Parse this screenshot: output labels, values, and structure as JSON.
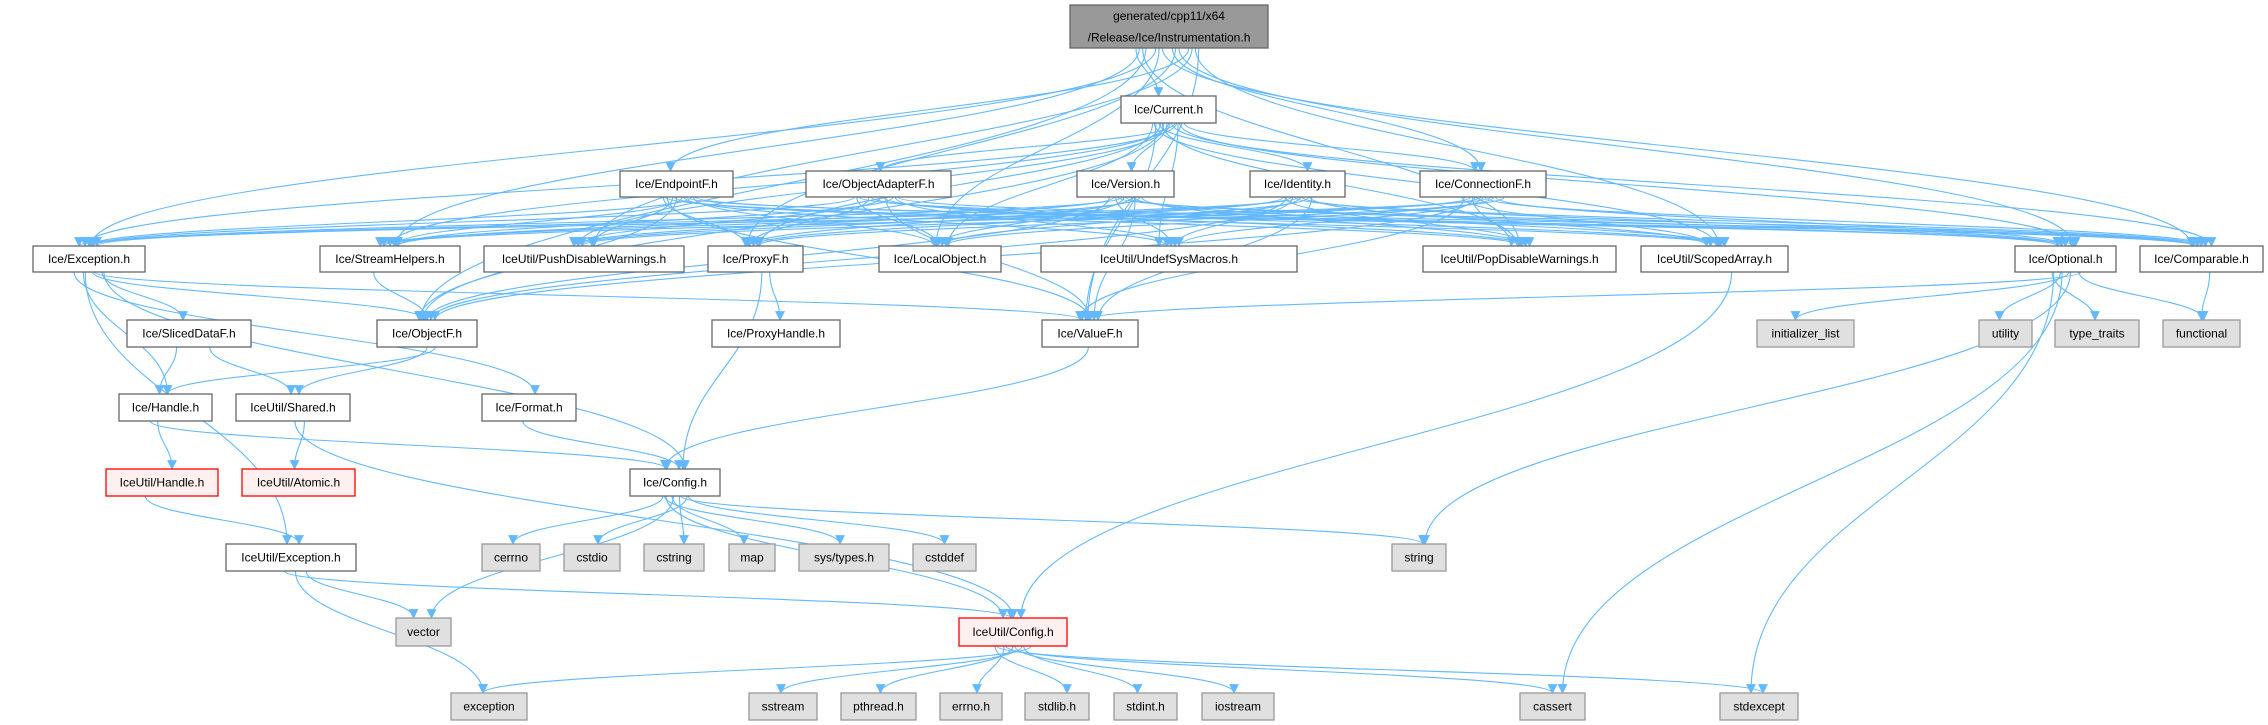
{
  "graph": {
    "colors": {
      "edge": "#63b8ff",
      "root_fill": "#999999",
      "missing_border": "#ff0000",
      "system_fill": "#e0e0e0"
    },
    "nodes": {
      "root": {
        "lines": [
          "generated/cpp11/x64",
          "/Release/Ice/Instrumentation.h"
        ],
        "kind": "root"
      },
      "current": {
        "lines": [
          "Ice/Current.h"
        ],
        "kind": "normal"
      },
      "endpointf": {
        "lines": [
          "Ice/EndpointF.h"
        ],
        "kind": "normal"
      },
      "objectadapterf": {
        "lines": [
          "Ice/ObjectAdapterF.h"
        ],
        "kind": "normal"
      },
      "version": {
        "lines": [
          "Ice/Version.h"
        ],
        "kind": "normal"
      },
      "identity": {
        "lines": [
          "Ice/Identity.h"
        ],
        "kind": "normal"
      },
      "connectionf": {
        "lines": [
          "Ice/ConnectionF.h"
        ],
        "kind": "normal"
      },
      "exception_h": {
        "lines": [
          "Ice/Exception.h"
        ],
        "kind": "normal"
      },
      "streamhelpers": {
        "lines": [
          "Ice/StreamHelpers.h"
        ],
        "kind": "normal"
      },
      "pushdw": {
        "lines": [
          "IceUtil/PushDisableWarnings.h"
        ],
        "kind": "normal"
      },
      "proxyf": {
        "lines": [
          "Ice/ProxyF.h"
        ],
        "kind": "normal"
      },
      "localobject": {
        "lines": [
          "Ice/LocalObject.h"
        ],
        "kind": "normal"
      },
      "undefsys": {
        "lines": [
          "IceUtil/UndefSysMacros.h"
        ],
        "kind": "normal"
      },
      "popdw": {
        "lines": [
          "IceUtil/PopDisableWarnings.h"
        ],
        "kind": "normal"
      },
      "scopedarray": {
        "lines": [
          "IceUtil/ScopedArray.h"
        ],
        "kind": "normal"
      },
      "optional": {
        "lines": [
          "Ice/Optional.h"
        ],
        "kind": "normal"
      },
      "comparable": {
        "lines": [
          "Ice/Comparable.h"
        ],
        "kind": "normal"
      },
      "sliceddataf": {
        "lines": [
          "Ice/SlicedDataF.h"
        ],
        "kind": "normal"
      },
      "objectf": {
        "lines": [
          "Ice/ObjectF.h"
        ],
        "kind": "normal"
      },
      "proxyhandle": {
        "lines": [
          "Ice/ProxyHandle.h"
        ],
        "kind": "normal"
      },
      "valuef": {
        "lines": [
          "Ice/ValueF.h"
        ],
        "kind": "normal"
      },
      "initializer_list": {
        "lines": [
          "initializer_list"
        ],
        "kind": "system"
      },
      "utility": {
        "lines": [
          "utility"
        ],
        "kind": "system"
      },
      "type_traits": {
        "lines": [
          "type_traits"
        ],
        "kind": "system"
      },
      "functional": {
        "lines": [
          "functional"
        ],
        "kind": "system"
      },
      "handle": {
        "lines": [
          "Ice/Handle.h"
        ],
        "kind": "normal"
      },
      "shared": {
        "lines": [
          "IceUtil/Shared.h"
        ],
        "kind": "normal"
      },
      "format": {
        "lines": [
          "Ice/Format.h"
        ],
        "kind": "normal"
      },
      "iu_handle": {
        "lines": [
          "IceUtil/Handle.h"
        ],
        "kind": "missing"
      },
      "atomic": {
        "lines": [
          "IceUtil/Atomic.h"
        ],
        "kind": "missing"
      },
      "config": {
        "lines": [
          "Ice/Config.h"
        ],
        "kind": "normal"
      },
      "cerrno": {
        "lines": [
          "cerrno"
        ],
        "kind": "system"
      },
      "cstdio": {
        "lines": [
          "cstdio"
        ],
        "kind": "system"
      },
      "cstring": {
        "lines": [
          "cstring"
        ],
        "kind": "system"
      },
      "map": {
        "lines": [
          "map"
        ],
        "kind": "system"
      },
      "systypes": {
        "lines": [
          "sys/types.h"
        ],
        "kind": "system"
      },
      "cstddef": {
        "lines": [
          "cstddef"
        ],
        "kind": "system"
      },
      "string": {
        "lines": [
          "string"
        ],
        "kind": "system"
      },
      "iu_exception": {
        "lines": [
          "IceUtil/Exception.h"
        ],
        "kind": "normal"
      },
      "vector": {
        "lines": [
          "vector"
        ],
        "kind": "system"
      },
      "iu_config": {
        "lines": [
          "IceUtil/Config.h"
        ],
        "kind": "missing"
      },
      "exception": {
        "lines": [
          "exception"
        ],
        "kind": "system"
      },
      "sstream": {
        "lines": [
          "sstream"
        ],
        "kind": "system"
      },
      "pthread": {
        "lines": [
          "pthread.h"
        ],
        "kind": "system"
      },
      "errno": {
        "lines": [
          "errno.h"
        ],
        "kind": "system"
      },
      "stdlib": {
        "lines": [
          "stdlib.h"
        ],
        "kind": "system"
      },
      "stdint": {
        "lines": [
          "stdint.h"
        ],
        "kind": "system"
      },
      "iostream": {
        "lines": [
          "iostream"
        ],
        "kind": "system"
      },
      "cassert": {
        "lines": [
          "cassert"
        ],
        "kind": "system"
      },
      "stdexcept": {
        "lines": [
          "stdexcept"
        ],
        "kind": "system"
      }
    },
    "edges": [
      [
        "root",
        "current"
      ],
      [
        "root",
        "endpointf"
      ],
      [
        "root",
        "connectionf"
      ],
      [
        "root",
        "exception_h"
      ],
      [
        "root",
        "streamhelpers"
      ],
      [
        "root",
        "pushdw"
      ],
      [
        "root",
        "proxyf"
      ],
      [
        "root",
        "localobject"
      ],
      [
        "root",
        "popdw"
      ],
      [
        "root",
        "scopedarray"
      ],
      [
        "root",
        "optional"
      ],
      [
        "root",
        "comparable"
      ],
      [
        "root",
        "objectf"
      ],
      [
        "root",
        "valuef"
      ],
      [
        "current",
        "objectadapterf"
      ],
      [
        "current",
        "version"
      ],
      [
        "current",
        "identity"
      ],
      [
        "current",
        "connectionf"
      ],
      [
        "current",
        "exception_h"
      ],
      [
        "current",
        "streamhelpers"
      ],
      [
        "current",
        "proxyf"
      ],
      [
        "current",
        "localobject"
      ],
      [
        "current",
        "undefsys"
      ],
      [
        "current",
        "pushdw"
      ],
      [
        "current",
        "popdw"
      ],
      [
        "current",
        "scopedarray"
      ],
      [
        "current",
        "optional"
      ],
      [
        "current",
        "comparable"
      ],
      [
        "current",
        "objectf"
      ],
      [
        "current",
        "valuef"
      ],
      [
        "endpointf",
        "exception_h"
      ],
      [
        "endpointf",
        "streamhelpers"
      ],
      [
        "endpointf",
        "pushdw"
      ],
      [
        "endpointf",
        "proxyf"
      ],
      [
        "endpointf",
        "localobject"
      ],
      [
        "endpointf",
        "undefsys"
      ],
      [
        "endpointf",
        "popdw"
      ],
      [
        "endpointf",
        "scopedarray"
      ],
      [
        "endpointf",
        "optional"
      ],
      [
        "endpointf",
        "comparable"
      ],
      [
        "endpointf",
        "objectf"
      ],
      [
        "endpointf",
        "valuef"
      ],
      [
        "objectadapterf",
        "exception_h"
      ],
      [
        "objectadapterf",
        "streamhelpers"
      ],
      [
        "objectadapterf",
        "pushdw"
      ],
      [
        "objectadapterf",
        "proxyf"
      ],
      [
        "objectadapterf",
        "localobject"
      ],
      [
        "objectadapterf",
        "undefsys"
      ],
      [
        "objectadapterf",
        "popdw"
      ],
      [
        "objectadapterf",
        "scopedarray"
      ],
      [
        "objectadapterf",
        "optional"
      ],
      [
        "objectadapterf",
        "comparable"
      ],
      [
        "objectadapterf",
        "valuef"
      ],
      [
        "version",
        "exception_h"
      ],
      [
        "version",
        "streamhelpers"
      ],
      [
        "version",
        "pushdw"
      ],
      [
        "version",
        "proxyf"
      ],
      [
        "version",
        "localobject"
      ],
      [
        "version",
        "undefsys"
      ],
      [
        "version",
        "popdw"
      ],
      [
        "version",
        "scopedarray"
      ],
      [
        "version",
        "optional"
      ],
      [
        "version",
        "comparable"
      ],
      [
        "version",
        "objectf"
      ],
      [
        "version",
        "valuef"
      ],
      [
        "identity",
        "exception_h"
      ],
      [
        "identity",
        "streamhelpers"
      ],
      [
        "identity",
        "pushdw"
      ],
      [
        "identity",
        "proxyf"
      ],
      [
        "identity",
        "localobject"
      ],
      [
        "identity",
        "undefsys"
      ],
      [
        "identity",
        "popdw"
      ],
      [
        "identity",
        "scopedarray"
      ],
      [
        "identity",
        "optional"
      ],
      [
        "identity",
        "comparable"
      ],
      [
        "identity",
        "objectf"
      ],
      [
        "identity",
        "valuef"
      ],
      [
        "connectionf",
        "exception_h"
      ],
      [
        "connectionf",
        "streamhelpers"
      ],
      [
        "connectionf",
        "pushdw"
      ],
      [
        "connectionf",
        "proxyf"
      ],
      [
        "connectionf",
        "localobject"
      ],
      [
        "connectionf",
        "undefsys"
      ],
      [
        "connectionf",
        "popdw"
      ],
      [
        "connectionf",
        "scopedarray"
      ],
      [
        "connectionf",
        "optional"
      ],
      [
        "connectionf",
        "comparable"
      ],
      [
        "connectionf",
        "objectf"
      ],
      [
        "connectionf",
        "valuef"
      ],
      [
        "exception_h",
        "sliceddataf"
      ],
      [
        "exception_h",
        "objectf"
      ],
      [
        "exception_h",
        "handle"
      ],
      [
        "exception_h",
        "format"
      ],
      [
        "exception_h",
        "config"
      ],
      [
        "exception_h",
        "valuef"
      ],
      [
        "exception_h",
        "iu_exception"
      ],
      [
        "streamhelpers",
        "objectf"
      ],
      [
        "proxyf",
        "proxyhandle"
      ],
      [
        "proxyf",
        "config"
      ],
      [
        "valuef",
        "config"
      ],
      [
        "sliceddataf",
        "handle"
      ],
      [
        "sliceddataf",
        "shared"
      ],
      [
        "objectf",
        "handle"
      ],
      [
        "objectf",
        "shared"
      ],
      [
        "handle",
        "iu_handle"
      ],
      [
        "handle",
        "config"
      ],
      [
        "shared",
        "atomic"
      ],
      [
        "shared",
        "iu_config"
      ],
      [
        "format",
        "config"
      ],
      [
        "iu_handle",
        "iu_exception"
      ],
      [
        "iu_exception",
        "vector"
      ],
      [
        "iu_exception",
        "exception"
      ],
      [
        "iu_exception",
        "iu_config"
      ],
      [
        "config",
        "cerrno"
      ],
      [
        "config",
        "cstdio"
      ],
      [
        "config",
        "cstring"
      ],
      [
        "config",
        "map"
      ],
      [
        "config",
        "systypes"
      ],
      [
        "config",
        "cstddef"
      ],
      [
        "config",
        "string"
      ],
      [
        "config",
        "vector"
      ],
      [
        "config",
        "iu_config"
      ],
      [
        "iu_config",
        "exception"
      ],
      [
        "iu_config",
        "sstream"
      ],
      [
        "iu_config",
        "pthread"
      ],
      [
        "iu_config",
        "errno"
      ],
      [
        "iu_config",
        "stdlib"
      ],
      [
        "iu_config",
        "stdint"
      ],
      [
        "iu_config",
        "iostream"
      ],
      [
        "iu_config",
        "cassert"
      ],
      [
        "iu_config",
        "stdexcept"
      ],
      [
        "scopedarray",
        "iu_config"
      ],
      [
        "optional",
        "initializer_list"
      ],
      [
        "optional",
        "utility"
      ],
      [
        "optional",
        "type_traits"
      ],
      [
        "optional",
        "functional"
      ],
      [
        "optional",
        "string"
      ],
      [
        "optional",
        "cassert"
      ],
      [
        "optional",
        "stdexcept"
      ],
      [
        "optional",
        "valuef"
      ],
      [
        "comparable",
        "functional"
      ]
    ]
  }
}
